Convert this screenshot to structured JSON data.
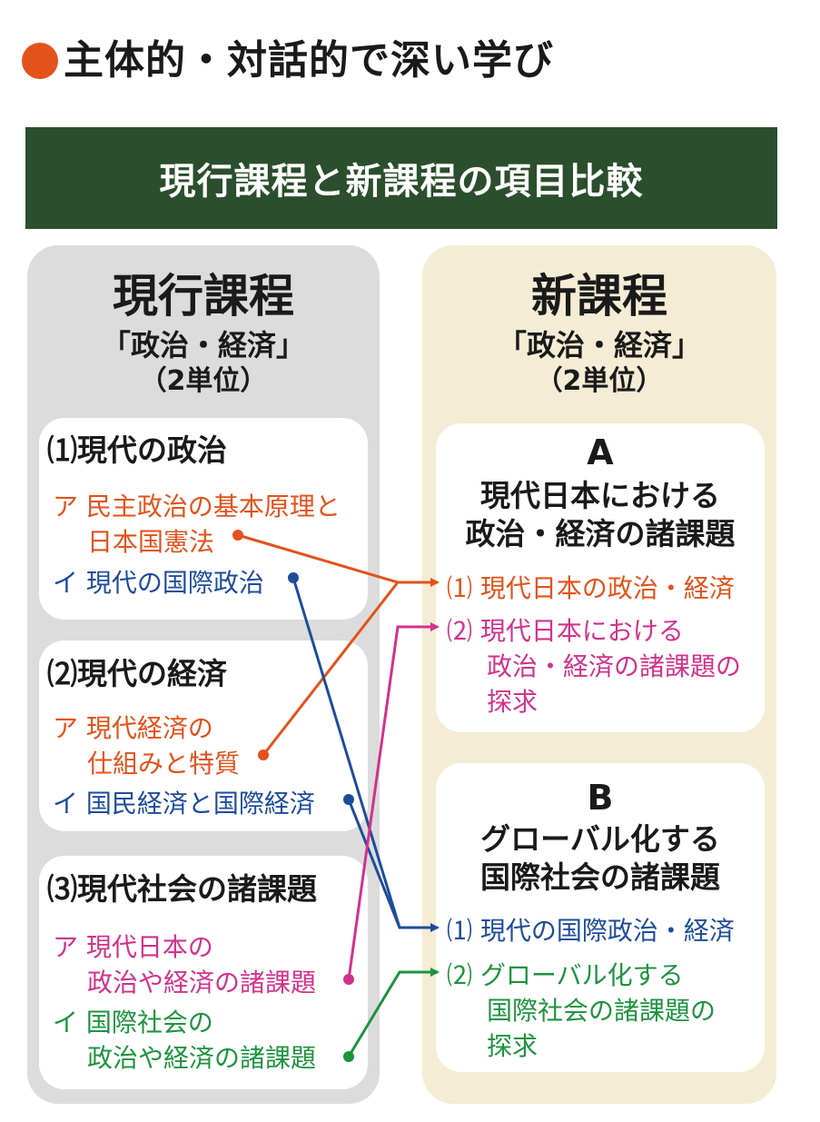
{
  "heading": {
    "title": "主体的・対話的で深い学び",
    "bullet_color": "#e4521b"
  },
  "banner": {
    "text": "現行課程と新課程の項目比較",
    "color": "#2b4e2c"
  },
  "left": {
    "title": "現行課程",
    "subject": "「政治・経済」",
    "credits": "（2単位）",
    "sections": [
      {
        "head": "⑴現代の政治",
        "items": [
          {
            "line1": "ア 民主政治の基本原理と",
            "line2": "日本国憲法"
          },
          {
            "line1": "イ 現代の国際政治"
          }
        ]
      },
      {
        "head": "⑵現代の経済",
        "items": [
          {
            "line1": "ア 現代経済の",
            "line2": "仕組みと特質"
          },
          {
            "line1": "イ 国民経済と国際経済"
          }
        ]
      },
      {
        "head": "⑶現代社会の諸課題",
        "items": [
          {
            "line1": "ア 現代日本の",
            "line2": "政治や経済の諸課題"
          },
          {
            "line1": "イ 国際社会の",
            "line2": "政治や経済の諸課題"
          }
        ]
      }
    ]
  },
  "right": {
    "title": "新課程",
    "subject": "「政治・経済」",
    "credits": "（2単位）",
    "sections": [
      {
        "letter": "A",
        "head1": "現代日本における",
        "head2": "政治・経済の諸課題",
        "items": [
          {
            "line1": "⑴ 現代日本の政治・経済"
          },
          {
            "line1": "⑵ 現代日本における",
            "line2": "政治・経済の諸課題の",
            "line3": "探求"
          }
        ]
      },
      {
        "letter": "B",
        "head1": "グローバル化する",
        "head2": "国際社会の諸課題",
        "items": [
          {
            "line1": "⑴ 現代の国際政治・経済"
          },
          {
            "line1": "⑵ グローバル化する",
            "line2": "国際社会の諸課題の",
            "line3": "探求"
          }
        ]
      }
    ]
  },
  "colors": {
    "orange": "#e3521a",
    "blue": "#1f4c9a",
    "pink": "#d2328c",
    "green": "#1e9340",
    "left_panel": "#dcdcdc",
    "right_panel": "#f4ecd4"
  }
}
